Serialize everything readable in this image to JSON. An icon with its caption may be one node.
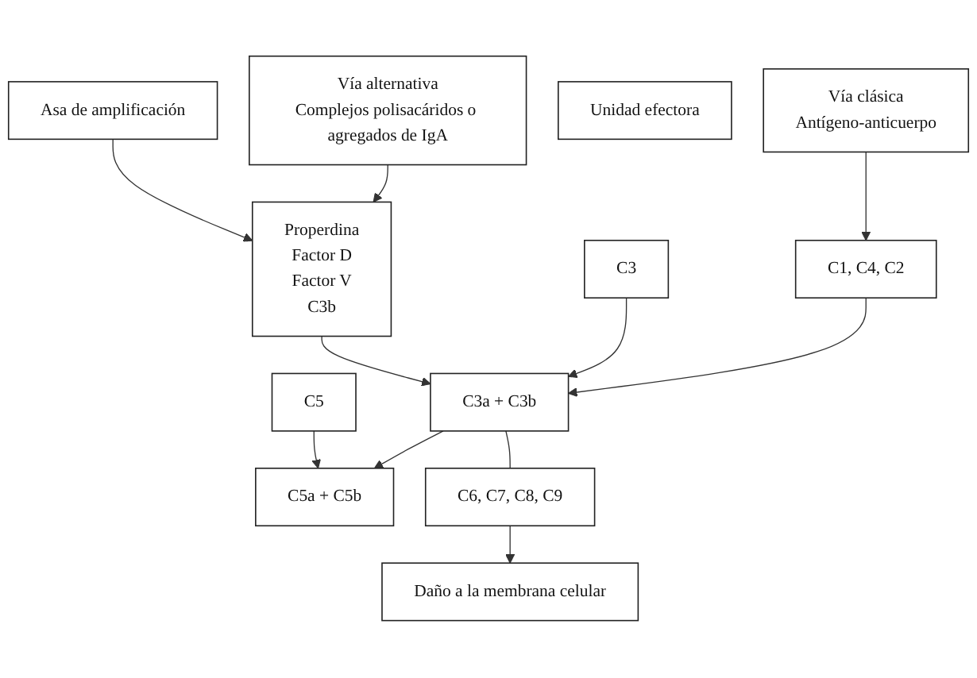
{
  "diagram": {
    "nodes": [
      {
        "text": [
          "Vía clásica",
          "Antígeno-anticuerpo"
        ]
      },
      {
        "text": [
          "Vía alternativa",
          "Complejos polisacáridos o agregados de IgA"
        ]
      },
      {
        "text": [
          "C1, C4, C2"
        ]
      },
      {
        "text": [
          "C3"
        ]
      },
      {
        "text": [
          "Properdina",
          "Factor D",
          "Factor V",
          "C3b"
        ]
      },
      {
        "text": [
          "Unidad efectora"
        ]
      },
      {
        "text": [
          "C3a + C3b"
        ]
      },
      {
        "text": [
          "C5a + C5b"
        ]
      },
      {
        "text": [
          "C5"
        ]
      },
      {
        "text": [
          "Asa de amplificación"
        ]
      },
      {
        "text": [
          "C6, C7, C8, C9"
        ]
      },
      {
        "text": [
          "Daño a la membrana celular"
        ]
      }
    ],
    "edges": [
      {
        "from": 0,
        "to": 2,
        "arrow": "to"
      },
      {
        "from": 1,
        "to": 4,
        "arrow": "to"
      },
      {
        "from": 2,
        "to": 6,
        "arrow": "to"
      },
      {
        "from": 3,
        "to": 6,
        "arrow": "to"
      },
      {
        "from": 4,
        "to": 6,
        "arrow": "to"
      },
      {
        "from": 9,
        "to": 4,
        "arrow": "to"
      },
      {
        "from": 6,
        "to": 7,
        "arrow": "to"
      },
      {
        "from": 8,
        "to": 7,
        "arrow": "to"
      },
      {
        "from": 6,
        "to": 10,
        "arrow": "none"
      },
      {
        "from": 10,
        "to": 11,
        "arrow": "to"
      }
    ]
  }
}
